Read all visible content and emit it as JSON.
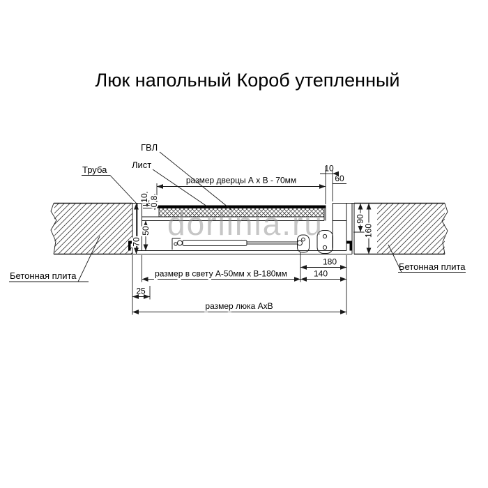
{
  "title": "Люк напольный Короб утепленный",
  "watermark": "dorlinia.ru",
  "labels": {
    "gvl": "ГВЛ",
    "sheet": "Лист",
    "pipe": "Труба",
    "concrete_left": "Бетонная плита",
    "concrete_right": "Бетонная плита"
  },
  "dims": {
    "door": "размер дверцы А х В - 70мм",
    "gap10": "10",
    "frame60": "60",
    "t10": "10",
    "t08": "0,8",
    "h50": "50",
    "h70": "70",
    "r90": "90",
    "r160": "160",
    "d180": "180",
    "clear": "размер в свету А-50мм х В-180мм",
    "d140": "140",
    "d25": "25",
    "hatch": "размер люка АхВ"
  }
}
